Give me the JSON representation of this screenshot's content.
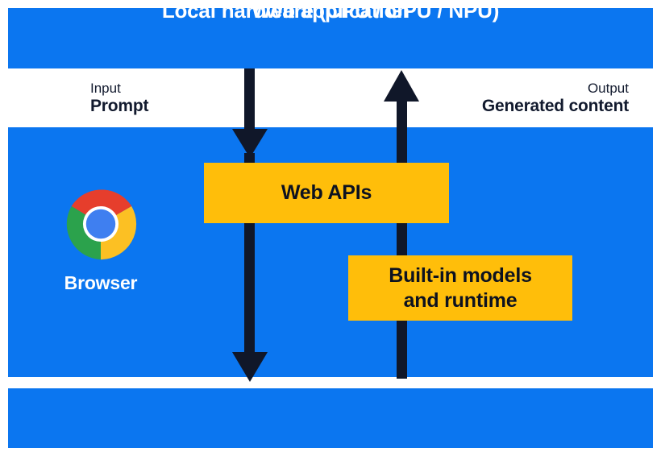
{
  "diagram": {
    "title": "Web application",
    "bands": {
      "top": {
        "label": "Web application"
      },
      "middle": {
        "label": "Browser"
      },
      "bottom": {
        "label": "Local hardware (CPU / GPU / NPU)"
      }
    },
    "flows": {
      "input": {
        "caption": "Input",
        "value": "Prompt"
      },
      "output": {
        "caption": "Output",
        "value": "Generated content"
      }
    },
    "boxes": {
      "web_apis": {
        "label": "Web APIs"
      },
      "built_in": {
        "line1": "Built-in models",
        "line2": "and runtime"
      }
    },
    "browser": {
      "icon": "chrome-logo-icon",
      "label": "Browser"
    },
    "arrows": {
      "down": {
        "name": "input-arrow-down",
        "direction": "down"
      },
      "up": {
        "name": "output-arrow-up",
        "direction": "up"
      }
    },
    "colors": {
      "band_blue": "#0b76f0",
      "box_yellow": "#ffbe0a",
      "arrow_navy": "#101729",
      "text_navy": "#121a2e",
      "text_white": "#ffffff",
      "chrome_red": "#e63e2c",
      "chrome_yellow": "#fcc023",
      "chrome_green": "#2ba24c",
      "chrome_blue": "#3f7ff0"
    }
  }
}
